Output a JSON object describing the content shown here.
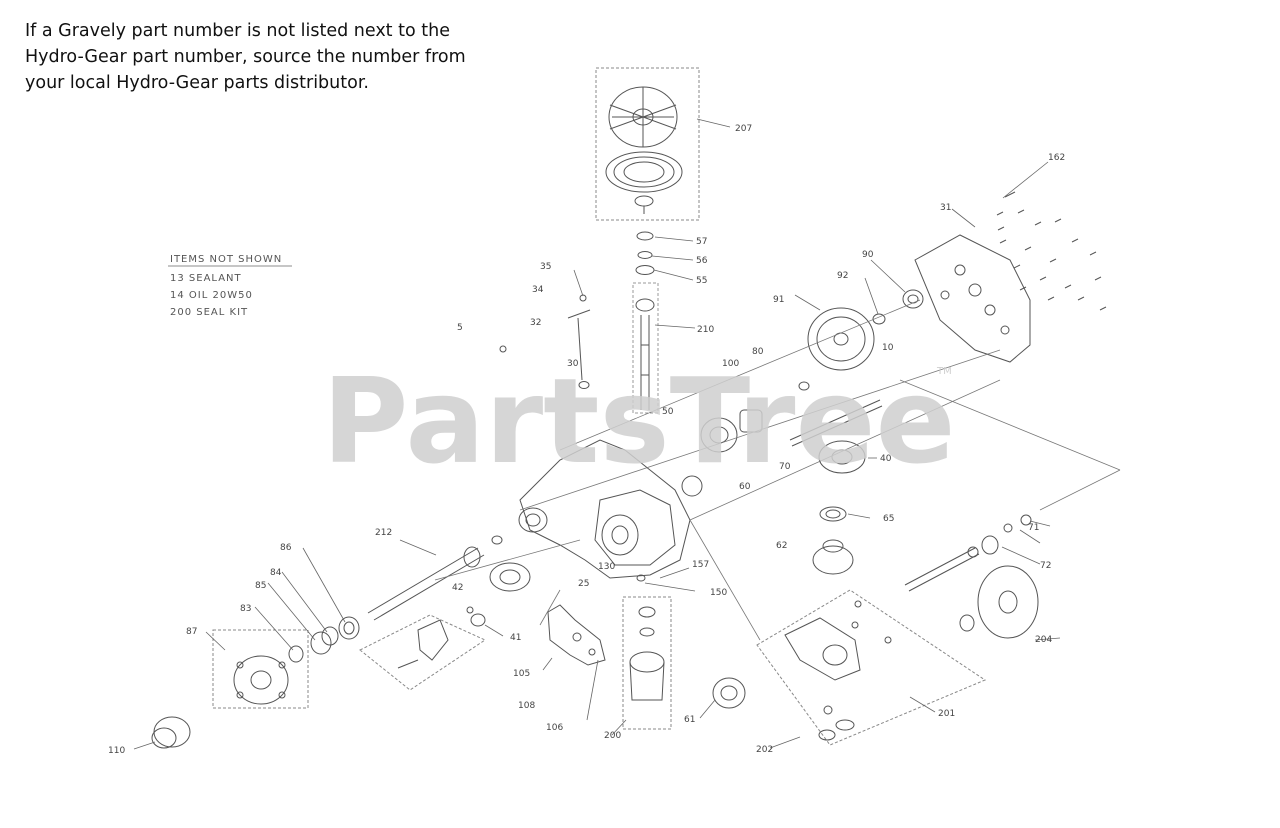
{
  "note": {
    "lines": [
      "If a Gravely part number is not listed next to the",
      "Hydro-Gear part number, source the number from",
      "your local Hydro-Gear parts distributor."
    ]
  },
  "watermark": {
    "text": "PartsTree",
    "trademark": "TM"
  },
  "legend": {
    "title": "ITEMS NOT SHOWN",
    "items": [
      "13 SEALANT",
      "14 OIL 20W50",
      "200 SEAL KIT"
    ]
  },
  "callouts": [
    {
      "id": "c207",
      "label": "207"
    },
    {
      "id": "c162",
      "label": "162"
    },
    {
      "id": "c57",
      "label": "57"
    },
    {
      "id": "c56",
      "label": "56"
    },
    {
      "id": "c55",
      "label": "55"
    },
    {
      "id": "c31",
      "label": "31"
    },
    {
      "id": "c35",
      "label": "35"
    },
    {
      "id": "c34",
      "label": "34"
    },
    {
      "id": "c32",
      "label": "32"
    },
    {
      "id": "c30",
      "label": "30"
    },
    {
      "id": "c5",
      "label": "5"
    },
    {
      "id": "c210",
      "label": "210"
    },
    {
      "id": "c92",
      "label": "92"
    },
    {
      "id": "c91",
      "label": "91"
    },
    {
      "id": "c90",
      "label": "90"
    },
    {
      "id": "c100",
      "label": "100"
    },
    {
      "id": "c10",
      "label": "10"
    },
    {
      "id": "c80",
      "label": "80"
    },
    {
      "id": "c50",
      "label": "50"
    },
    {
      "id": "c70",
      "label": "70"
    },
    {
      "id": "c60",
      "label": "60"
    },
    {
      "id": "c40",
      "label": "40"
    },
    {
      "id": "c65",
      "label": "65"
    },
    {
      "id": "c62",
      "label": "62"
    },
    {
      "id": "c71",
      "label": "71"
    },
    {
      "id": "c72",
      "label": "72"
    },
    {
      "id": "c204",
      "label": "204"
    },
    {
      "id": "c201",
      "label": "201"
    },
    {
      "id": "c157",
      "label": "157"
    },
    {
      "id": "c150",
      "label": "150"
    },
    {
      "id": "c130",
      "label": "130"
    },
    {
      "id": "c25",
      "label": "25"
    },
    {
      "id": "c212",
      "label": "212"
    },
    {
      "id": "c86",
      "label": "86"
    },
    {
      "id": "c84",
      "label": "84"
    },
    {
      "id": "c85",
      "label": "85"
    },
    {
      "id": "c83",
      "label": "83"
    },
    {
      "id": "c87",
      "label": "87"
    },
    {
      "id": "c42",
      "label": "42"
    },
    {
      "id": "c41",
      "label": "41"
    },
    {
      "id": "c106",
      "label": "105"
    },
    {
      "id": "c108",
      "label": "108"
    },
    {
      "id": "c109",
      "label": "106"
    },
    {
      "id": "c200",
      "label": "200"
    },
    {
      "id": "c202",
      "label": "202"
    },
    {
      "id": "c61",
      "label": "61"
    },
    {
      "id": "c110",
      "label": "110"
    }
  ]
}
